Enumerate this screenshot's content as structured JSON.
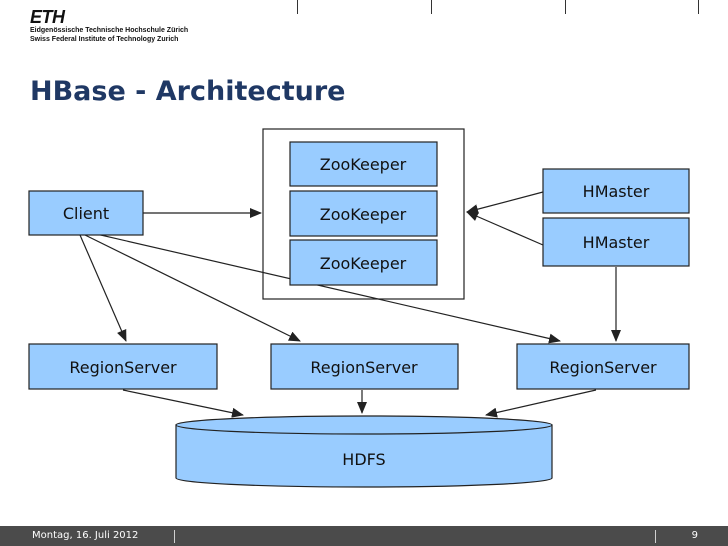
{
  "header": {
    "logo_mark": "ETH",
    "logo_line1": "Eidgenössische Technische Hochschule Zürich",
    "logo_line2": "Swiss Federal Institute of Technology Zurich"
  },
  "slide": {
    "title": "HBase - Architecture"
  },
  "diagram": {
    "zookeepers": [
      "ZooKeeper",
      "ZooKeeper",
      "ZooKeeper"
    ],
    "client": "Client",
    "hmasters": [
      "HMaster",
      "HMaster"
    ],
    "regionservers": [
      "RegionServer",
      "RegionServer",
      "RegionServer"
    ],
    "storage": "HDFS",
    "colors": {
      "box_fill": "#99ccff",
      "stroke": "#222222"
    }
  },
  "footer": {
    "date": "Montag, 16. Juli 2012",
    "page_number": "9"
  }
}
